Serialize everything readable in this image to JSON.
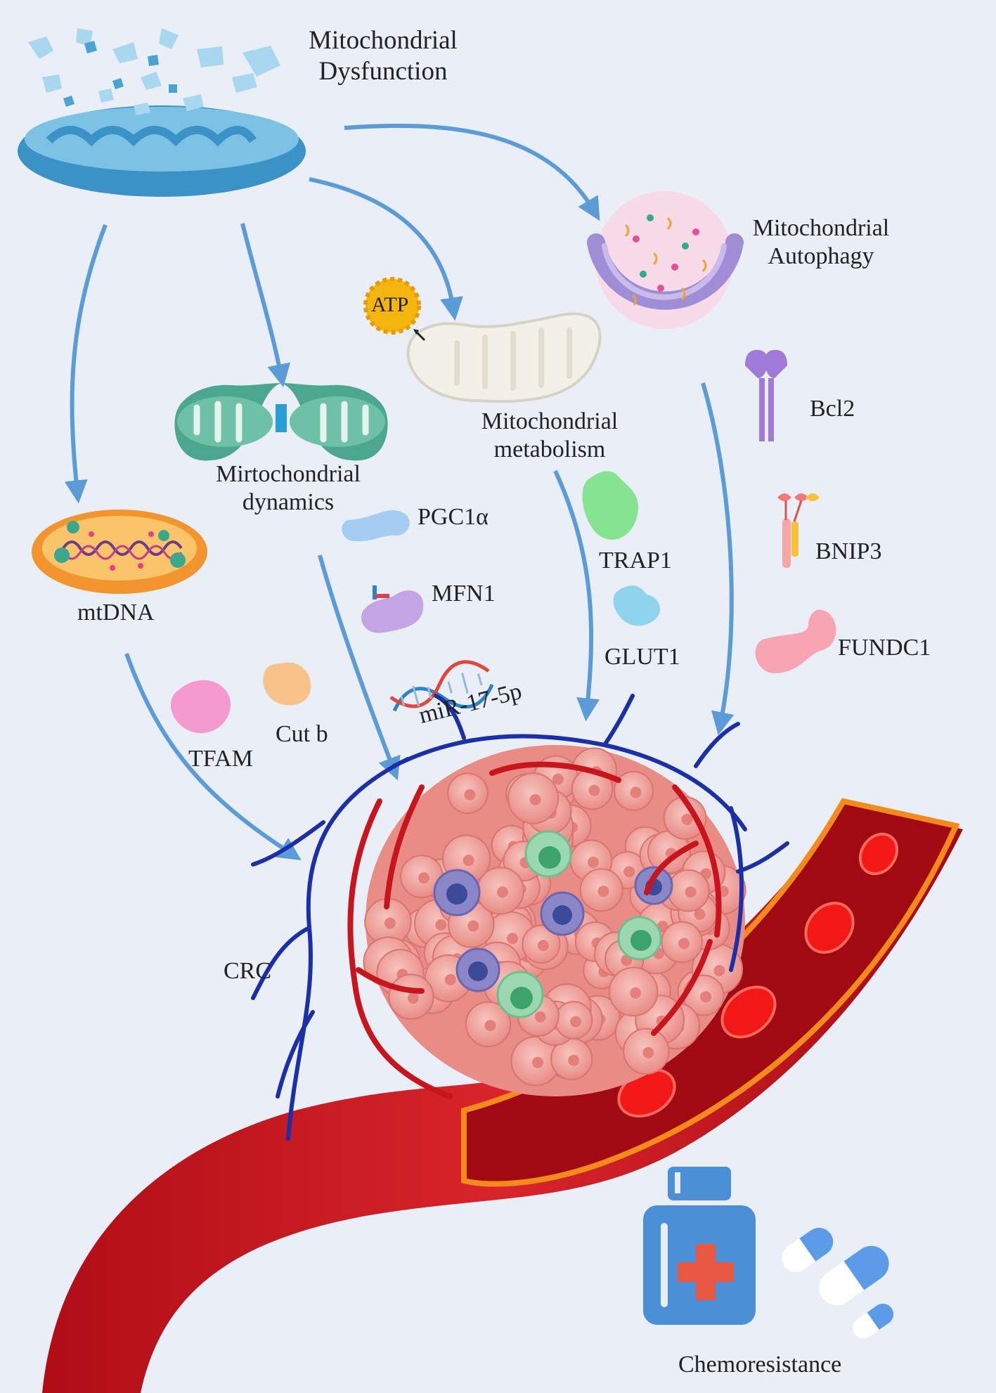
{
  "labels": {
    "dysfunction": [
      "Mitochondrial",
      "Dysfunction"
    ],
    "autophagy": [
      "Mitochondrial",
      "Autophagy"
    ],
    "metabolism": [
      "Mitochondrial",
      "metabolism"
    ],
    "dynamics": [
      "Mirtochondrial",
      "dynamics"
    ],
    "mtdna": "mtDNA",
    "atp": "ATP",
    "bcl2": "Bcl2",
    "bnip3": "BNIP3",
    "fundc1": "FUNDC1",
    "pgc1a": "PGC1α",
    "trap1": "TRAP1",
    "mfn1": "MFN1",
    "glut1": "GLUT1",
    "mir": "miR-17-5p",
    "tfam": "TFAM",
    "cutb": "Cut b",
    "crc": "CRC",
    "chemo": "Chemoresistance"
  },
  "colors": {
    "background": "#e9eef7",
    "arrow": "#5b9bd8",
    "vessel_red": "#c8141c",
    "vein_blue": "#1a2fa8",
    "tumor_cell": "#f0a5a0",
    "atp": "#f5b50f"
  }
}
